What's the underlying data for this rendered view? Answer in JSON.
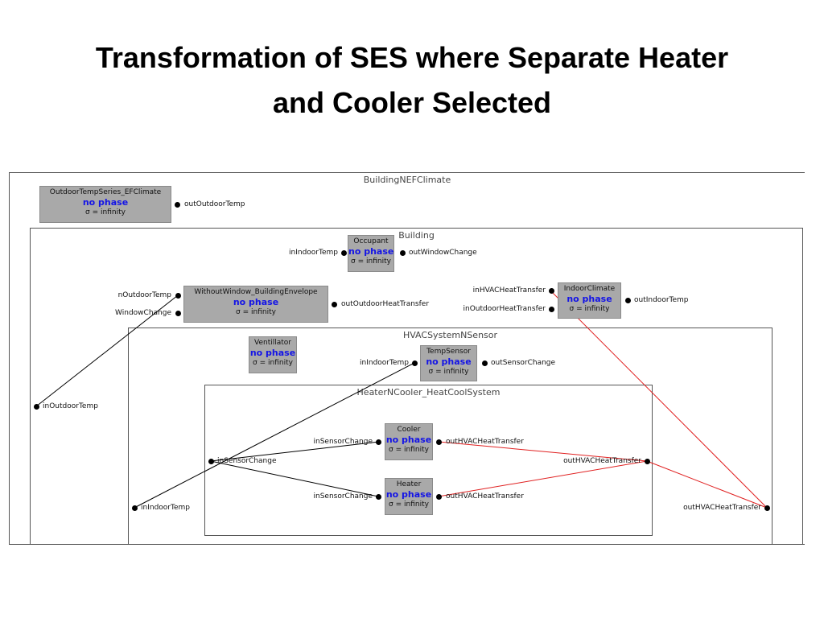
{
  "slide": {
    "title_line1": "Transformation of SES where Separate Heater",
    "title_line2": "and Cooler Selected"
  },
  "frames": {
    "climate": "BuildingNEFClimate",
    "building": "Building",
    "hvac": "HVACSystemNSensor",
    "heatcool": "HeaterNCooler_HeatCoolSystem"
  },
  "models": {
    "outdoor": {
      "name": "OutdoorTempSeries_EFClimate",
      "phase": "no phase",
      "sigma": "σ = infinity"
    },
    "occupant": {
      "name": "Occupant",
      "phase": "no phase",
      "sigma": "σ = infinity"
    },
    "envelope": {
      "name": "WithoutWindow_BuildingEnvelope",
      "phase": "no phase",
      "sigma": "σ = infinity"
    },
    "indoor": {
      "name": "IndoorClimate",
      "phase": "no phase",
      "sigma": "σ = infinity"
    },
    "ventillator": {
      "name": "Ventillator",
      "phase": "no phase",
      "sigma": "σ = infinity"
    },
    "tempsensor": {
      "name": "TempSensor",
      "phase": "no phase",
      "sigma": "σ = infinity"
    },
    "cooler": {
      "name": "Cooler",
      "phase": "no phase",
      "sigma": "σ = infinity"
    },
    "heater": {
      "name": "Heater",
      "phase": "no phase",
      "sigma": "σ = infinity"
    }
  },
  "ports": {
    "outdoor_out": "outOutdoorTemp",
    "occupant_in": "inIndoorTemp",
    "occupant_out": "outWindowChange",
    "envelope_in1": "nOutdoorTemp",
    "envelope_in2": "WindowChange",
    "envelope_out": "outOutdoorHeatTransfer",
    "indoor_in1": "inHVACHeatTransfer",
    "indoor_in2": "inOutdoorHeatTransfer",
    "indoor_out": "outIndoorTemp",
    "building_in": "inOutdoorTemp",
    "sensor_in": "inIndoorTemp",
    "sensor_out": "outSensorChange",
    "cooler_in": "inSensorChange",
    "cooler_out": "outHVACHeatTransfer",
    "heater_in": "inSensorChange",
    "heater_out": "outHVACHeatTransfer",
    "hc_in": "inSensorChange",
    "hc_out": "outHVACHeatTransfer",
    "hvac_in": "inIndoorTemp",
    "hvac_out": "outHVACHeatTransfer"
  }
}
